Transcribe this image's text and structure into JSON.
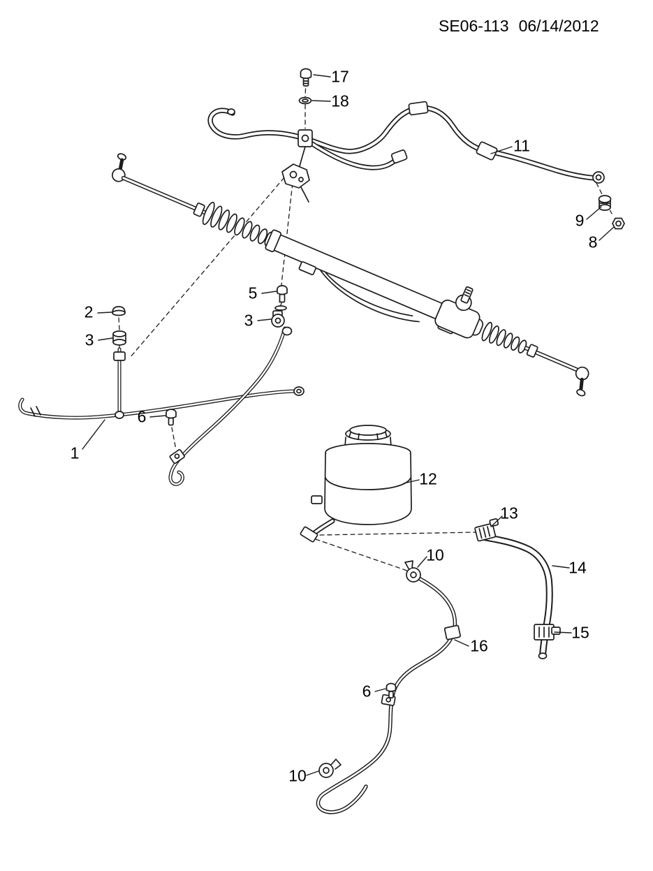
{
  "header": {
    "code": "SE06-113",
    "date": "06/14/2012"
  },
  "callouts": {
    "c17": "17",
    "c18": "18",
    "c11": "11",
    "c9": "9",
    "c8": "8",
    "c2": "2",
    "c3a": "3",
    "c5": "5",
    "c3b": "3",
    "c6a": "6",
    "c1": "1",
    "c12": "12",
    "c13": "13",
    "c10a": "10",
    "c14": "14",
    "c15": "15",
    "c16": "16",
    "c6b": "6",
    "c10b": "10"
  }
}
